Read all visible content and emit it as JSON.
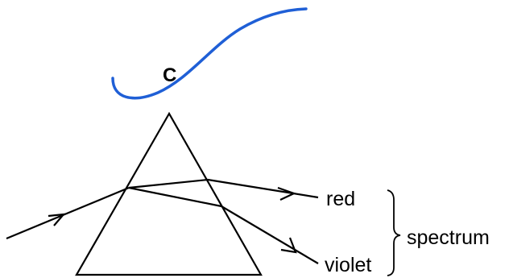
{
  "diagram": {
    "curve_label": "C",
    "ray_labels": {
      "red": "red",
      "violet": "violet"
    },
    "bracket_label": "spectrum",
    "colors": {
      "curve": "#1f5fd6",
      "lines": "#000000",
      "background": "#ffffff"
    }
  }
}
